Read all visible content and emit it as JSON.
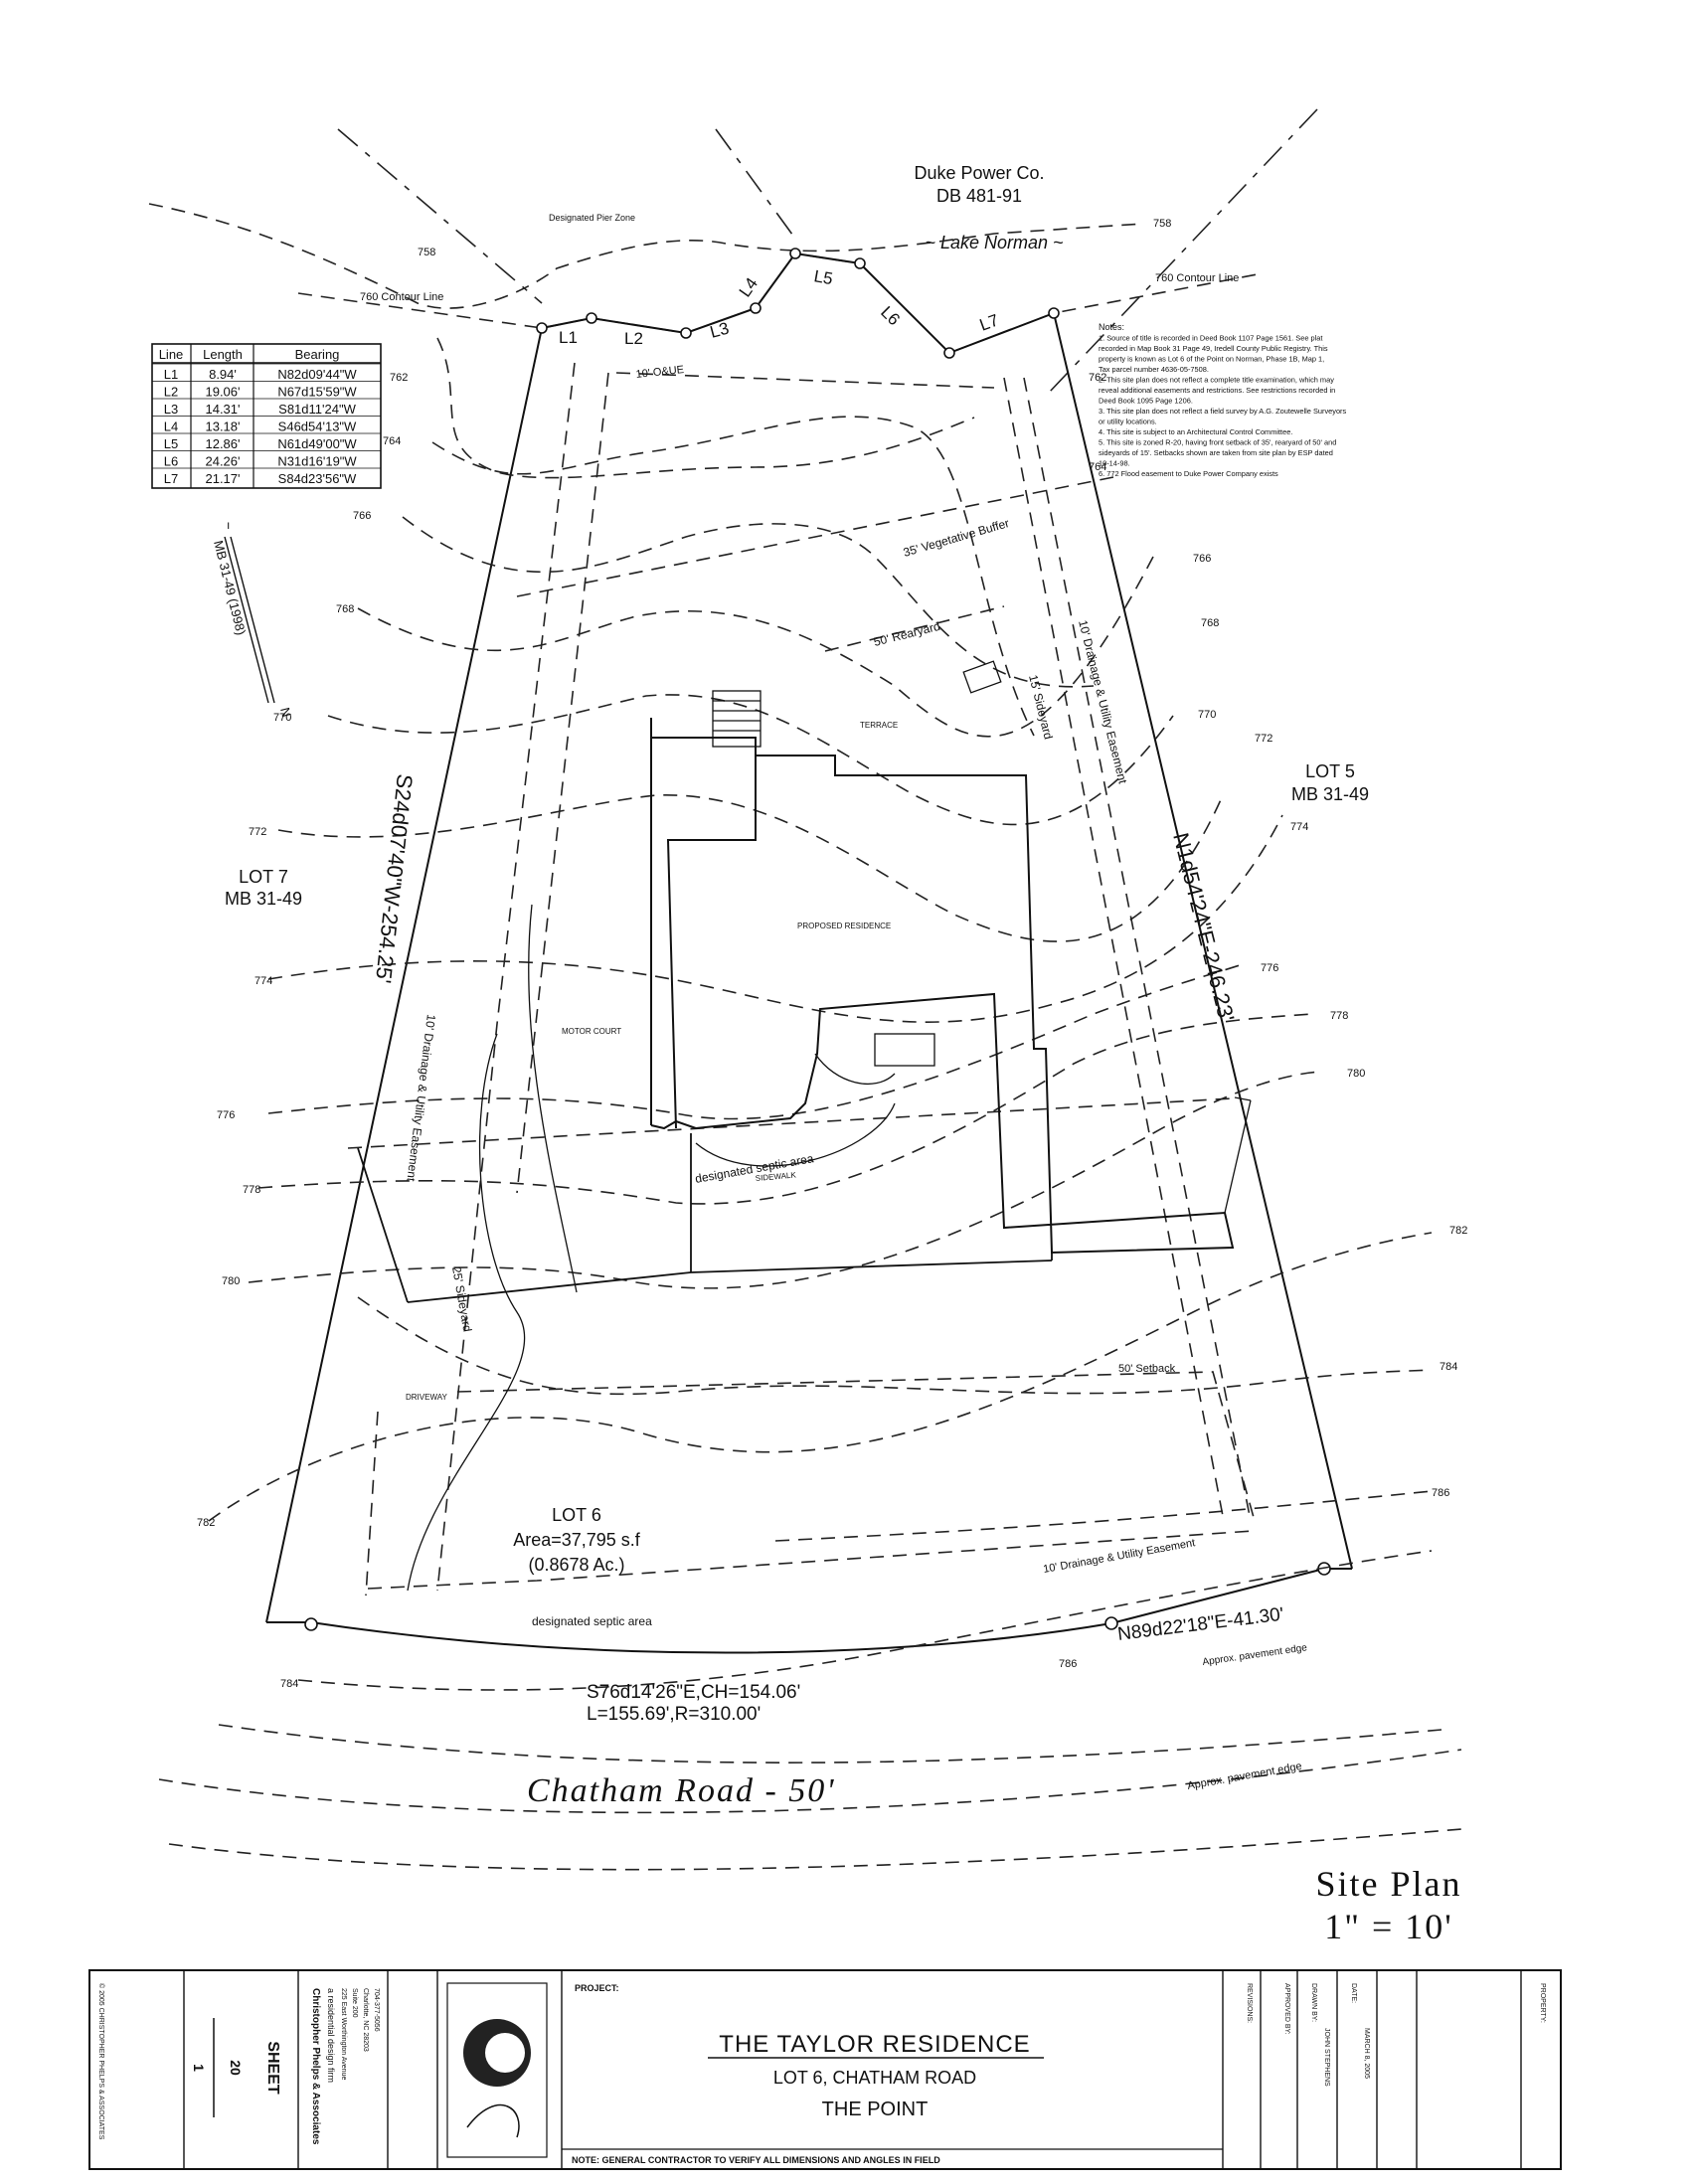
{
  "header": {
    "owner": "Duke Power Co.",
    "deed": "DB 481-91",
    "lake": "~ Lake Norman ~",
    "pier_zone": "Designated Pier Zone",
    "contour_left": "760 Contour Line",
    "contour_right": "760 Contour Line"
  },
  "line_table": {
    "headers": [
      "Line",
      "Length",
      "Bearing"
    ],
    "rows": [
      [
        "L1",
        "8.94'",
        "N82d09'44\"W"
      ],
      [
        "L2",
        "19.06'",
        "N67d15'59\"W"
      ],
      [
        "L3",
        "14.31'",
        "S81d11'24\"W"
      ],
      [
        "L4",
        "13.18'",
        "S46d54'13\"W"
      ],
      [
        "L5",
        "12.86'",
        "N61d49'00\"W"
      ],
      [
        "L6",
        "24.26'",
        "N31d16'19\"W"
      ],
      [
        "L7",
        "21.17'",
        "S84d23'56\"W"
      ]
    ]
  },
  "segment_labels": [
    "L1",
    "L2",
    "L3",
    "L4",
    "L5",
    "L6",
    "L7"
  ],
  "notes": [
    "Notes:",
    "1. Source of title is recorded in Deed Book 1107 Page 1561. See plat",
    "recorded in Map Book 31 Page 49, Iredell County Public Registry. This",
    "property is known as Lot 6 of the Point on Norman, Phase 1B, Map 1,",
    "Tax parcel number 4636-05-7508.",
    "2. This site plan does not reflect a complete title examination, which may",
    "reveal additional easements and restrictions. See restrictions recorded in",
    "Deed Book 1095 Page 1206.",
    "3. This site plan does not reflect a field survey by A.G. Zoutewelle Surveyors",
    "or utility locations.",
    "4. This site is subject to an Architectural Control Committee.",
    "5. This site is zoned R-20, having front setback of 35', rearyard of 50' and",
    "sideyards of 15'. Setbacks shown are taken from site plan by ESP dated",
    "10-14-98.",
    "6. 772 Flood easement to Duke Power Company exists"
  ],
  "contours": [
    "758",
    "760",
    "762",
    "764",
    "766",
    "768",
    "770",
    "772",
    "774",
    "776",
    "778",
    "780",
    "782",
    "784",
    "786"
  ],
  "labels": {
    "od": "10' O&UE",
    "veg_buffer": "35' Vegetative Buffer",
    "rearyard": "50' Rearyard",
    "sideyard_right": "15' Sideyard",
    "drainage_right": "10' Drainage & Utility Easement",
    "terrace": "TERRACE",
    "proposed_residence": "PROPOSED RESIDENCE",
    "motor_court": "MOTOR COURT",
    "septic_area": "designated septic area",
    "sidewalk": "SIDEWALK",
    "drainage_left": "10' Drainage & Utility Easement",
    "sideyard_left": "25' Sideyard",
    "driveway": "DRIVEWAY",
    "setback": "50' Setback",
    "drainage_bottom": "10' Drainage & Utility Easement",
    "septic_bottom": "designated septic area",
    "pavement1": "Approx. pavement edge",
    "pavement2": "Approx. pavement edge",
    "mb_ref": "MB 31-49 (1998)",
    "north": "N"
  },
  "lots": {
    "lot7_name": "LOT 7",
    "lot7_ref": "MB 31-49",
    "lot5_name": "LOT 5",
    "lot5_ref": "MB 31-49",
    "lot6_name": "LOT 6",
    "lot6_area": "Area=37,795 s.f",
    "lot6_acres": "(0.8678 Ac.)"
  },
  "bearings": {
    "west": "S24d07'40\"W-254.25'",
    "east": "N1d54'24\"E-246.23'",
    "south_chord": "S76d14'26\"E,CH=154.06'",
    "south_arc": "L=155.69',R=310.00'",
    "southeast": "N89d22'18\"E-41.30'"
  },
  "road": "Chatham Road - 50'",
  "site_plan": {
    "title": "Site Plan",
    "scale": "1\" = 10'"
  },
  "title_block": {
    "project_label": "PROJECT:",
    "project_name": "THE TAYLOR RESIDENCE",
    "project_lot": "LOT 6, CHATHAM ROAD",
    "project_sub": "THE POINT",
    "note": "NOTE: GENERAL CONTRACTOR TO VERIFY ALL DIMENSIONS AND ANGLES IN FIELD",
    "sheet_label": "SHEET",
    "sheet_num": "1",
    "sheet_total": "20",
    "firm_name": "Christopher Phelps & Associates",
    "firm_sub": "a residential design firm",
    "firm_addr1": "225 East Worthington Avenue",
    "firm_addr2": "Suite 200",
    "firm_addr3": "Charlotte, NC 28203",
    "firm_phone": "704-377-5056",
    "col_drawn": "DRAWN BY:",
    "col_approved": "APPROVED BY:",
    "col_revisions": "REVISIONS:",
    "col_date": "DATE:",
    "drawn_name": "JOHN STEPHENS",
    "date_value": "MARCH 8, 2005",
    "col_property": "PROPERTY:",
    "copyright": "© 2005 CHRISTOPHER PHELPS & ASSOCIATES"
  }
}
